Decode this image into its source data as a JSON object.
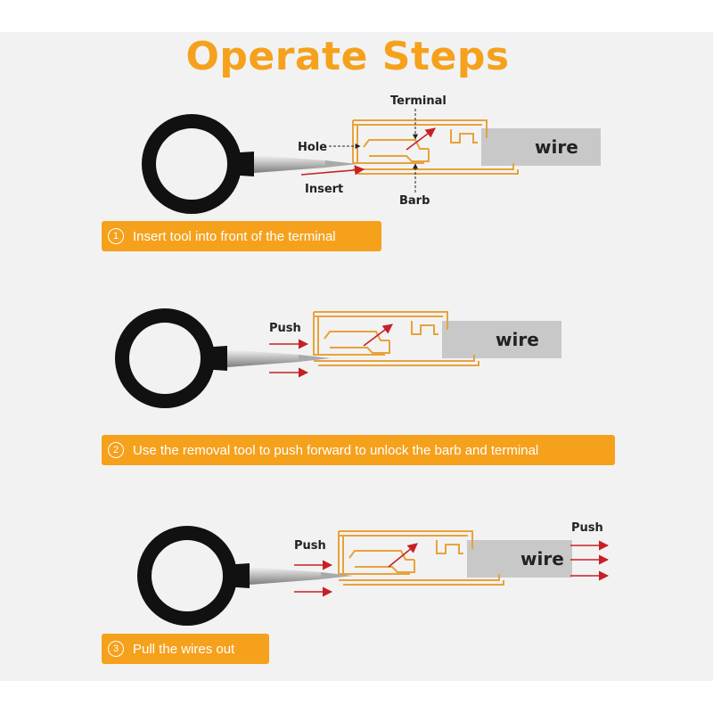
{
  "title": "Operate Steps",
  "colors": {
    "accent": "#f5a11c",
    "arrow": "#c62026",
    "outline": "#e8a23a",
    "wire": "#c8c8c8",
    "tool": "#111111"
  },
  "steps": [
    {
      "number": "1",
      "text": "Insert tool into front of the terminal",
      "labels": {
        "terminal": "Terminal",
        "hole": "Hole",
        "insert": "Insert",
        "barb": "Barb",
        "wire": "wire"
      }
    },
    {
      "number": "2",
      "text": "Use the removal tool to push forward to unlock the barb and terminal",
      "labels": {
        "push": "Push",
        "wire": "wire"
      }
    },
    {
      "number": "3",
      "text": "Pull the wires out",
      "labels": {
        "push_left": "Push",
        "push_right": "Push",
        "wire": "wire"
      }
    }
  ]
}
